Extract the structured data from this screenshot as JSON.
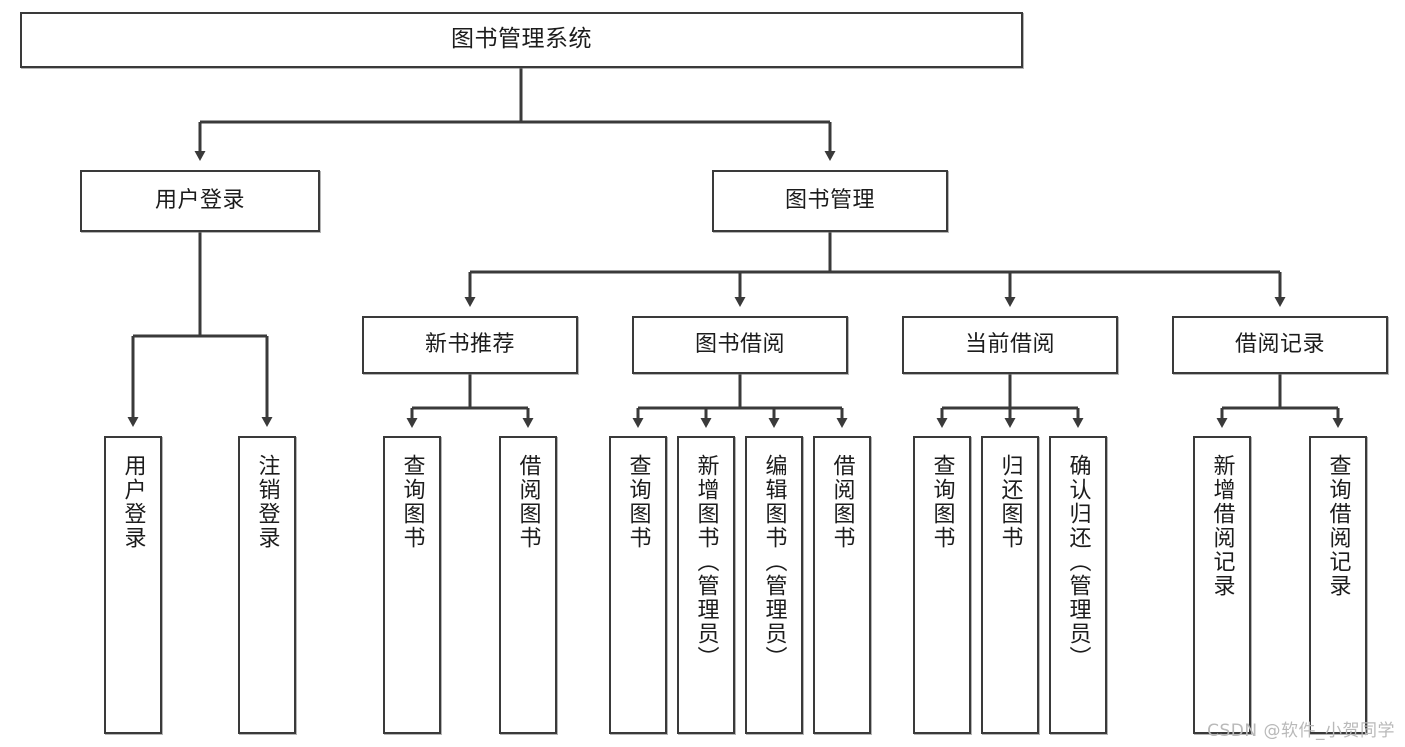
{
  "diagram": {
    "title": "图书管理系统",
    "type": "tree-functional-structure",
    "theme": {
      "background": "#ffffff",
      "box_border": "#3a3a3a",
      "box_fill": "#ffffff",
      "text": "#1c1c1c",
      "connector": "#3a3a3a",
      "watermark_color": "#b9b9b9"
    },
    "root": {
      "label": "图书管理系统"
    },
    "level2": [
      {
        "label": "用户登录"
      },
      {
        "label": "图书管理"
      }
    ],
    "level3": [
      {
        "label": "新书推荐"
      },
      {
        "label": "图书借阅"
      },
      {
        "label": "当前借阅"
      },
      {
        "label": "借阅记录"
      }
    ],
    "leaves": {
      "user_login": [
        {
          "label": "用户登录"
        },
        {
          "label": "注销登录"
        }
      ],
      "new_book": [
        {
          "label": "查询图书"
        },
        {
          "label": "借阅图书"
        }
      ],
      "book_borrow": [
        {
          "label": "查询图书"
        },
        {
          "label": "新增图书（管理员）"
        },
        {
          "label": "编辑图书（管理员）"
        },
        {
          "label": "借阅图书"
        }
      ],
      "current_borrow": [
        {
          "label": "查询图书"
        },
        {
          "label": "归还图书"
        },
        {
          "label": "确认归还（管理员）"
        }
      ],
      "borrow_record": [
        {
          "label": "新增借阅记录"
        },
        {
          "label": "查询借阅记录"
        }
      ]
    }
  },
  "watermark": {
    "text": "CSDN @软件_小贺同学"
  }
}
